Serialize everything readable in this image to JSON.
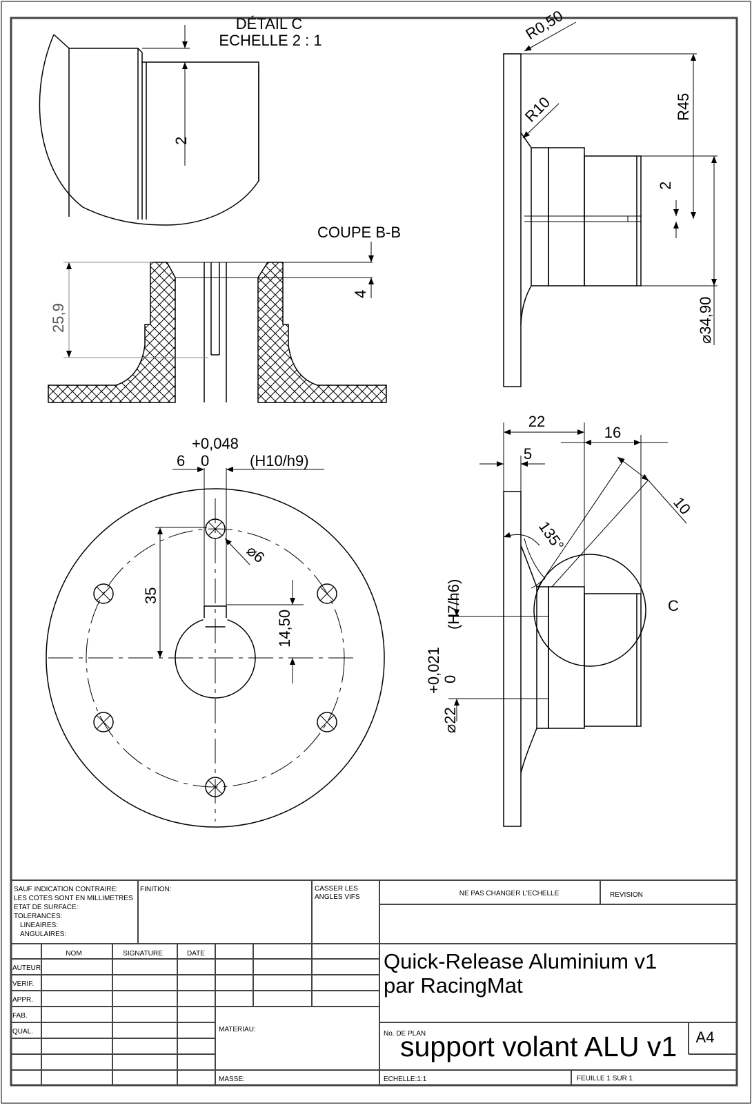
{
  "views": {
    "detail_title": "DÉTAIL C",
    "detail_scale": "ECHELLE 2 : 1",
    "section_title": "COUPE B-B",
    "detail_circle_label": "C"
  },
  "dimensions": {
    "detail_2": "2",
    "section_25_9": "25,9",
    "section_4": "4",
    "side_r050": "R0,50",
    "side_r10": "R10",
    "side_r45": "R45",
    "side_2": "2",
    "side_d3490": "⌀34,90",
    "front_tol_upper": "+0,048",
    "front_6": "6",
    "front_tol_lower": "0",
    "front_fit": "(H10/h9)",
    "front_35": "35",
    "front_d6": "⌀6",
    "front_1450": "14,50",
    "lower_22": "22",
    "lower_16": "16",
    "lower_5": "5",
    "lower_10": "10",
    "lower_135": "135°",
    "lower_fit": "(H7/h6)",
    "lower_tol_upper": "+0,021",
    "lower_tol_lower": "0",
    "lower_d22": "⌀22"
  },
  "title_block": {
    "general_notes": [
      "SAUF INDICATION CONTRAIRE:",
      "LES COTES SONT EN MILLIMETRES",
      "ETAT DE SURFACE:",
      "TOLERANCES:",
      "LINEAIRES:",
      "ANGULAIRES:"
    ],
    "finition": "FINITION:",
    "casser_1": "CASSER LES",
    "casser_2": "ANGLES VIFS",
    "no_scale": "NE PAS CHANGER L'ECHELLE",
    "revision": "REVISION",
    "col_nom": "NOM",
    "col_signature": "SIGNATURE",
    "col_date": "DATE",
    "row_auteur": "AUTEUR",
    "row_verif": "VERIF.",
    "row_appr": "APPR.",
    "row_fab": "FAB.",
    "row_qual": "QUAL.",
    "materiau": "MATERIAU:",
    "masse": "MASSE:",
    "title_line1": "Quick-Release Aluminium v1",
    "title_line2": "par RacingMat",
    "no_de_plan": "No. DE PLAN",
    "drawing_name": "support volant ALU v1",
    "format": "A4",
    "echelle": "ECHELLE:1:1",
    "feuille": "FEUILLE 1 SUR 1"
  }
}
